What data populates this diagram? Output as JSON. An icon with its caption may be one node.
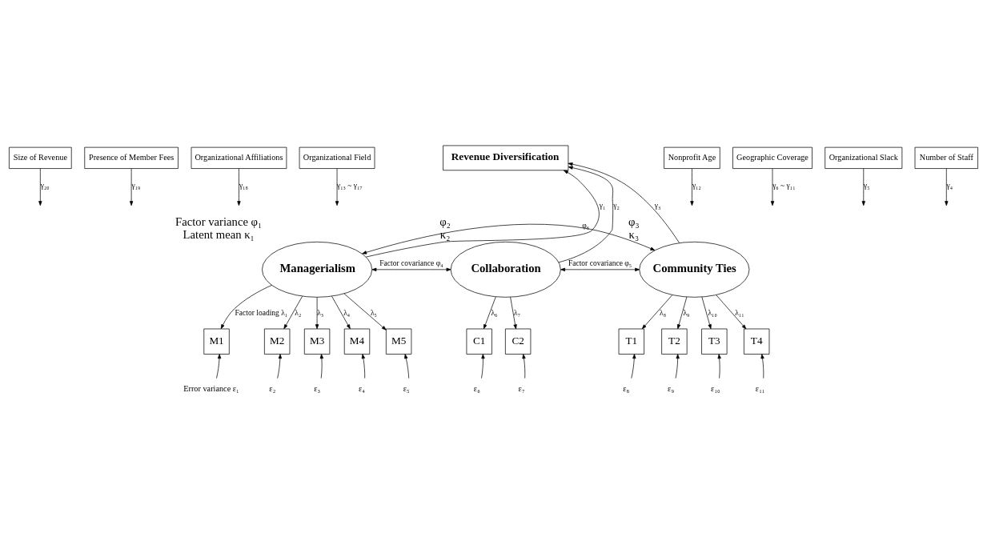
{
  "diagram": {
    "nodes": [
      {
        "text": [
          "Revenue Diversification"
        ]
      },
      {
        "text": [
          "Organizational Field"
        ]
      },
      {
        "text": [
          "Organizational Affiliations"
        ]
      },
      {
        "text": [
          "Presence of Member Fees"
        ]
      },
      {
        "text": [
          "Size of Revenue"
        ]
      },
      {
        "text": [
          "Nonprofit Age"
        ]
      },
      {
        "text": [
          "Geographic Coverage"
        ]
      },
      {
        "text": [
          "Organizational Slack"
        ]
      },
      {
        "text": [
          "Number of Staff"
        ]
      },
      {
        "text": [
          "Managerialism"
        ],
        "beside": [
          "Factor variance φ₁",
          "Latent mean κ₁"
        ]
      },
      {
        "text": [
          "Collaboration"
        ],
        "beside": [
          "φ₂",
          "κ₂"
        ]
      },
      {
        "text": [
          "Community Ties"
        ],
        "beside": [
          "φ₃",
          "κ₃"
        ]
      },
      {
        "text": [
          "M1"
        ]
      },
      {
        "text": [
          "M2"
        ]
      },
      {
        "text": [
          "M3"
        ]
      },
      {
        "text": [
          "M4"
        ]
      },
      {
        "text": [
          "M5"
        ]
      },
      {
        "text": [
          "C1"
        ]
      },
      {
        "text": [
          "C2"
        ]
      },
      {
        "text": [
          "T1"
        ]
      },
      {
        "text": [
          "T2"
        ]
      },
      {
        "text": [
          "T3"
        ]
      },
      {
        "text": [
          "T4"
        ]
      },
      {
        "text": [
          "Error variance ε₁"
        ]
      },
      {
        "text": [
          "ε₂"
        ]
      },
      {
        "text": [
          "ε₃"
        ]
      },
      {
        "text": [
          "ε₄"
        ]
      },
      {
        "text": [
          "ε₅"
        ]
      },
      {
        "text": [
          "ε₆"
        ]
      },
      {
        "text": [
          "ε₇"
        ]
      },
      {
        "text": [
          "ε₈"
        ]
      },
      {
        "text": [
          "ε₉"
        ]
      },
      {
        "text": [
          "ε₁₀"
        ]
      },
      {
        "text": [
          "ε₁₁"
        ]
      }
    ],
    "edges": [
      {
        "from": 1,
        "to": null,
        "arrow": "to",
        "label": "γ₁₃ ~ γ₁₇"
      },
      {
        "from": 2,
        "to": null,
        "arrow": "to",
        "label": "γ₁₈"
      },
      {
        "from": 3,
        "to": null,
        "arrow": "to",
        "label": "γ₁₉"
      },
      {
        "from": 4,
        "to": null,
        "arrow": "to",
        "label": "γ₂₀"
      },
      {
        "from": 5,
        "to": null,
        "arrow": "to",
        "label": "γ₁₂"
      },
      {
        "from": 6,
        "to": null,
        "arrow": "to",
        "label": "γ₆ ~ γ₁₁"
      },
      {
        "from": 7,
        "to": null,
        "arrow": "to",
        "label": "γ₅"
      },
      {
        "from": 8,
        "to": null,
        "arrow": "to",
        "label": "γ₄"
      },
      {
        "from": 9,
        "to": 0,
        "arrow": "to",
        "label": "γ₁"
      },
      {
        "from": 10,
        "to": 0,
        "arrow": "to",
        "label": "γ₂"
      },
      {
        "from": 11,
        "to": 0,
        "arrow": "to",
        "label": "γ₃"
      },
      {
        "from": 9,
        "to": 10,
        "arrow": "both",
        "label": "Factor covariance φ₄"
      },
      {
        "from": 10,
        "to": 11,
        "arrow": "both",
        "label": "Factor covariance φ₅"
      },
      {
        "from": 9,
        "to": 11,
        "arrow": "both",
        "label": "φ₆"
      },
      {
        "from": 9,
        "to": 12,
        "arrow": "to",
        "label": "Factor loading λ₁"
      },
      {
        "from": 9,
        "to": 13,
        "arrow": "to",
        "label": "λ₂"
      },
      {
        "from": 9,
        "to": 14,
        "arrow": "to",
        "label": "λ₃"
      },
      {
        "from": 9,
        "to": 15,
        "arrow": "to",
        "label": "λ₄"
      },
      {
        "from": 9,
        "to": 16,
        "arrow": "to",
        "label": "λ₅"
      },
      {
        "from": 10,
        "to": 17,
        "arrow": "to",
        "label": "λ₆"
      },
      {
        "from": 10,
        "to": 18,
        "arrow": "to",
        "label": "λ₇"
      },
      {
        "from": 11,
        "to": 19,
        "arrow": "to",
        "label": "λ₈"
      },
      {
        "from": 11,
        "to": 20,
        "arrow": "to",
        "label": "λ₉"
      },
      {
        "from": 11,
        "to": 21,
        "arrow": "to",
        "label": "λ₁₀"
      },
      {
        "from": 11,
        "to": 22,
        "arrow": "to",
        "label": "λ₁₁"
      },
      {
        "from": 23,
        "to": 12,
        "arrow": "to"
      },
      {
        "from": 24,
        "to": 13,
        "arrow": "to"
      },
      {
        "from": 25,
        "to": 14,
        "arrow": "to"
      },
      {
        "from": 26,
        "to": 15,
        "arrow": "to"
      },
      {
        "from": 27,
        "to": 16,
        "arrow": "to"
      },
      {
        "from": 28,
        "to": 17,
        "arrow": "to"
      },
      {
        "from": 29,
        "to": 18,
        "arrow": "to"
      },
      {
        "from": 30,
        "to": 19,
        "arrow": "to"
      },
      {
        "from": 31,
        "to": 20,
        "arrow": "to"
      },
      {
        "from": 32,
        "to": 21,
        "arrow": "to"
      },
      {
        "from": 33,
        "to": 22,
        "arrow": "to"
      }
    ]
  }
}
